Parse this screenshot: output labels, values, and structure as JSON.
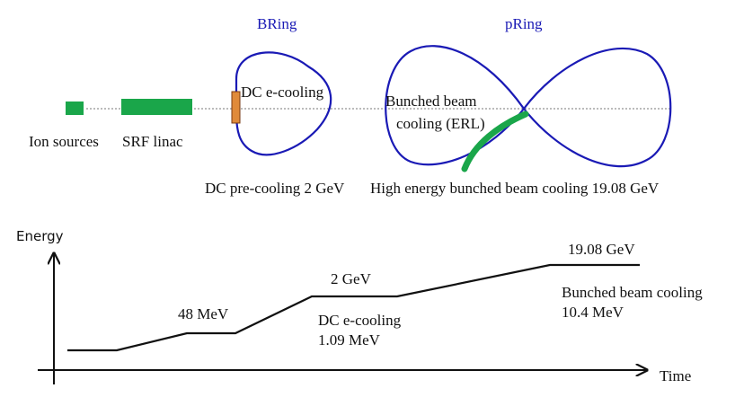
{
  "colors": {
    "ring": "#1a1ab5",
    "component": "#1aa64a",
    "cooler": "#e08a3a",
    "ink": "#111111"
  },
  "layout_diagram": {
    "ring_labels": {
      "bring": "BRing",
      "pring": "pRing"
    },
    "components": {
      "ion_sources": "Ion sources",
      "srf_linac": "SRF linac",
      "dc_ecooling": "DC e-cooling",
      "bunched_line1": "Bunched beam",
      "bunched_line2": "cooling (ERL)"
    },
    "captions": {
      "dc_precooling": "DC pre-cooling 2 GeV",
      "high_energy": "High energy bunched beam cooling 19.08 GeV"
    }
  },
  "energy_plot": {
    "y_axis_label": "Energy",
    "x_axis_label": "Time",
    "annotations": {
      "e48": "48 MeV",
      "e2": "2 GeV",
      "dc_line1": "DC e-cooling",
      "dc_line2": "1.09 MeV",
      "e19": "19.08 GeV",
      "bb_line1": "Bunched beam cooling",
      "bb_line2": "10.4 MeV"
    }
  }
}
